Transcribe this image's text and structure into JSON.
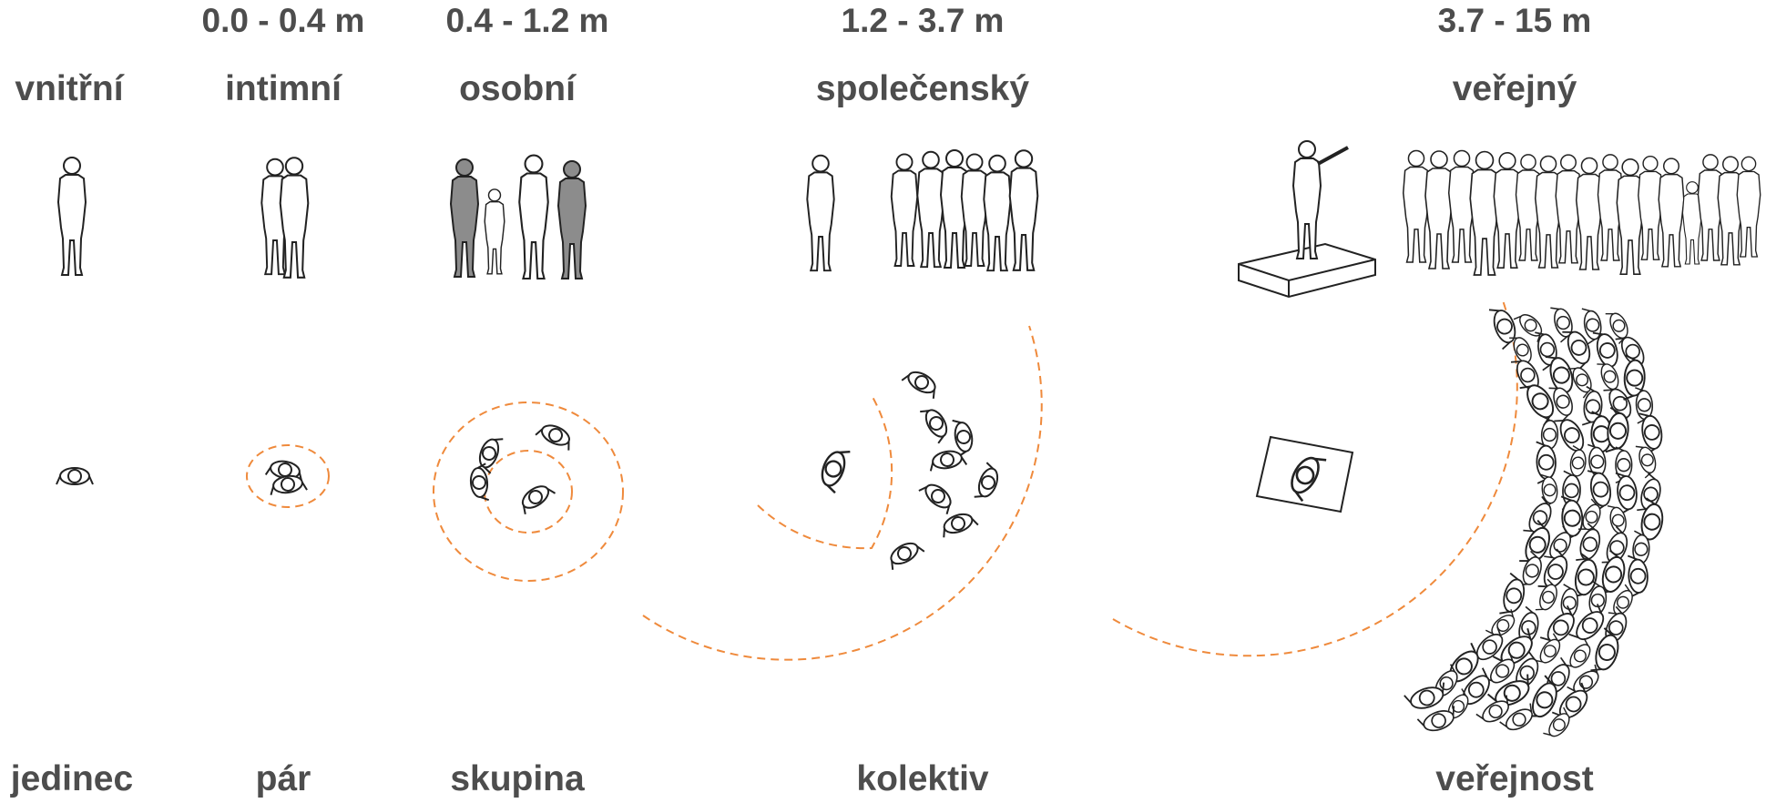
{
  "distances": [
    "0.0 - 0.4 m",
    "0.4 - 1.2 m",
    "1.2 - 3.7 m",
    "3.7 - 15 m"
  ],
  "zones": [
    "vnitřní",
    "intimní",
    "osobní",
    "společenský",
    "veřejný"
  ],
  "groups": [
    "jedinec",
    "pár",
    "skupina",
    "kolektiv",
    "veřejnost"
  ],
  "colors": {
    "text": "#4d4d4d",
    "ring": "#ef8a3c",
    "figure": "#222222",
    "figure_fill": "#ffffff",
    "figure_shaded": "#8c8c8c"
  },
  "icons": [
    "standing-person-icon",
    "top-view-person-icon",
    "speaker-on-podium-icon",
    "crowd-icon"
  ]
}
